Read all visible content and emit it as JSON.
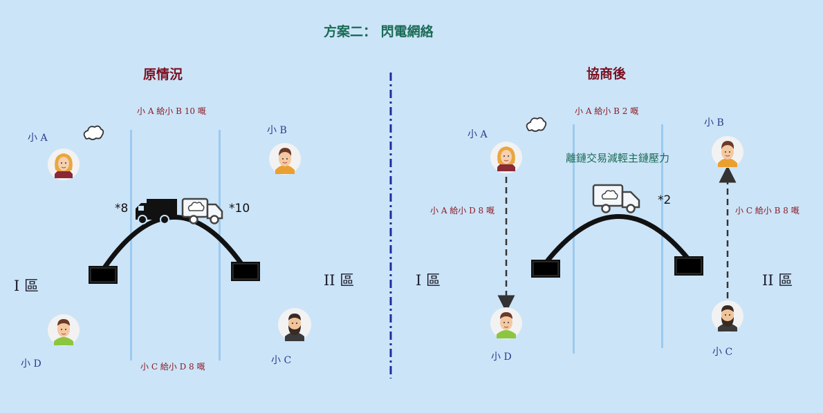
{
  "title": "方案二： 閃電網絡",
  "left": {
    "heading": "原情況",
    "person_a": "小 A",
    "person_b": "小 B",
    "person_c": "小 C",
    "person_d": "小 D",
    "flow_top": "小 A 給小 B 10 嘅",
    "flow_bottom": "小 C 給小 D 8 嘅",
    "zone_1": "I 區",
    "zone_2": "II 區",
    "mult_left": "*8",
    "mult_right": "*10"
  },
  "right": {
    "heading": "協商後",
    "person_a": "小 A",
    "person_b": "小 B",
    "person_c": "小 C",
    "person_d": "小 D",
    "flow_top": "小 A 給小 B 2 嘅",
    "flow_a_d": "小 A 給小 D 8 嘅",
    "flow_c_b": "小 C 給小 B 8 嘅",
    "note": "離鏈交易減輕主鏈壓力",
    "zone_1": "I 區",
    "zone_2": "II 區",
    "mult": "*2"
  },
  "colors": {
    "background": "#cce4f8",
    "title": "#1a6b54",
    "heading": "#7a1020",
    "person_label": "#2b3b8c",
    "flow_label": "#8b1a22",
    "divider": "#1a2ea0"
  },
  "icons": [
    "woman-avatar-icon",
    "man-avatar-icon",
    "bearded-man-avatar-icon",
    "boy-avatar-icon",
    "truck-icon",
    "cloud-icon",
    "block-icon",
    "arrow-icon"
  ]
}
